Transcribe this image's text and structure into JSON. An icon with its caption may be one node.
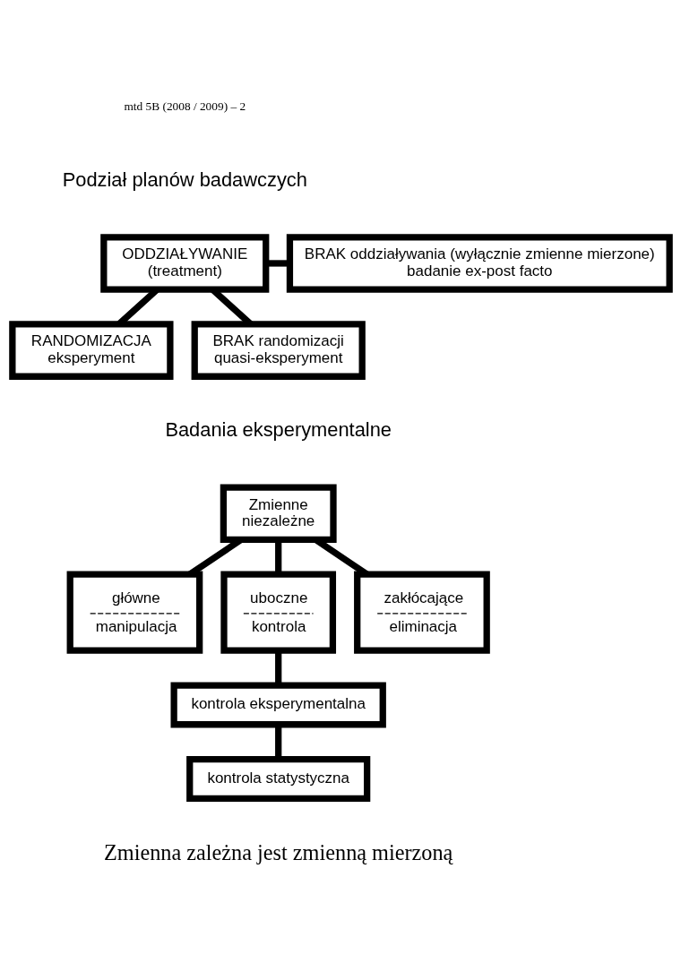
{
  "diagram": {
    "nodes": [
      {
        "text": [
          "ODDZIAŁYWANIE",
          "(treatment)"
        ]
      },
      {
        "text": [
          "BRAK oddziaływania (wyłącznie zmienne mierzone)",
          "badanie ex-post facto"
        ]
      },
      {
        "text": [
          "RANDOMIZACJA",
          "eksperyment"
        ]
      },
      {
        "text": [
          "BRAK randomizacji",
          "quasi-eksperyment"
        ]
      },
      {
        "text": [
          "Zmienne",
          "niezależne"
        ]
      },
      {
        "text": [
          "główne",
          "manipulacja"
        ]
      },
      {
        "text": [
          "uboczne",
          "kontrola"
        ]
      },
      {
        "text": [
          "zakłócające",
          "eliminacja"
        ]
      },
      {
        "text": [
          "kontrola eksperymentalna"
        ]
      },
      {
        "text": [
          "kontrola statystyczna"
        ]
      }
    ],
    "edges": [
      {
        "from": 0,
        "to": 1,
        "arrow": "none"
      },
      {
        "from": 0,
        "to": 2,
        "arrow": "none"
      },
      {
        "from": 0,
        "to": 3,
        "arrow": "none"
      },
      {
        "from": 4,
        "to": 5,
        "arrow": "none"
      },
      {
        "from": 4,
        "to": 6,
        "arrow": "none"
      },
      {
        "from": 4,
        "to": 7,
        "arrow": "none"
      },
      {
        "from": 6,
        "to": 8,
        "arrow": "none"
      },
      {
        "from": 8,
        "to": 9,
        "arrow": "none"
      }
    ],
    "labels": [
      "mtd 5B (2008 / 2009) – 2",
      "Podział planów badawczych",
      "Badania eksperymentalne",
      "Zmienna zależna jest zmienną mierzoną"
    ]
  }
}
